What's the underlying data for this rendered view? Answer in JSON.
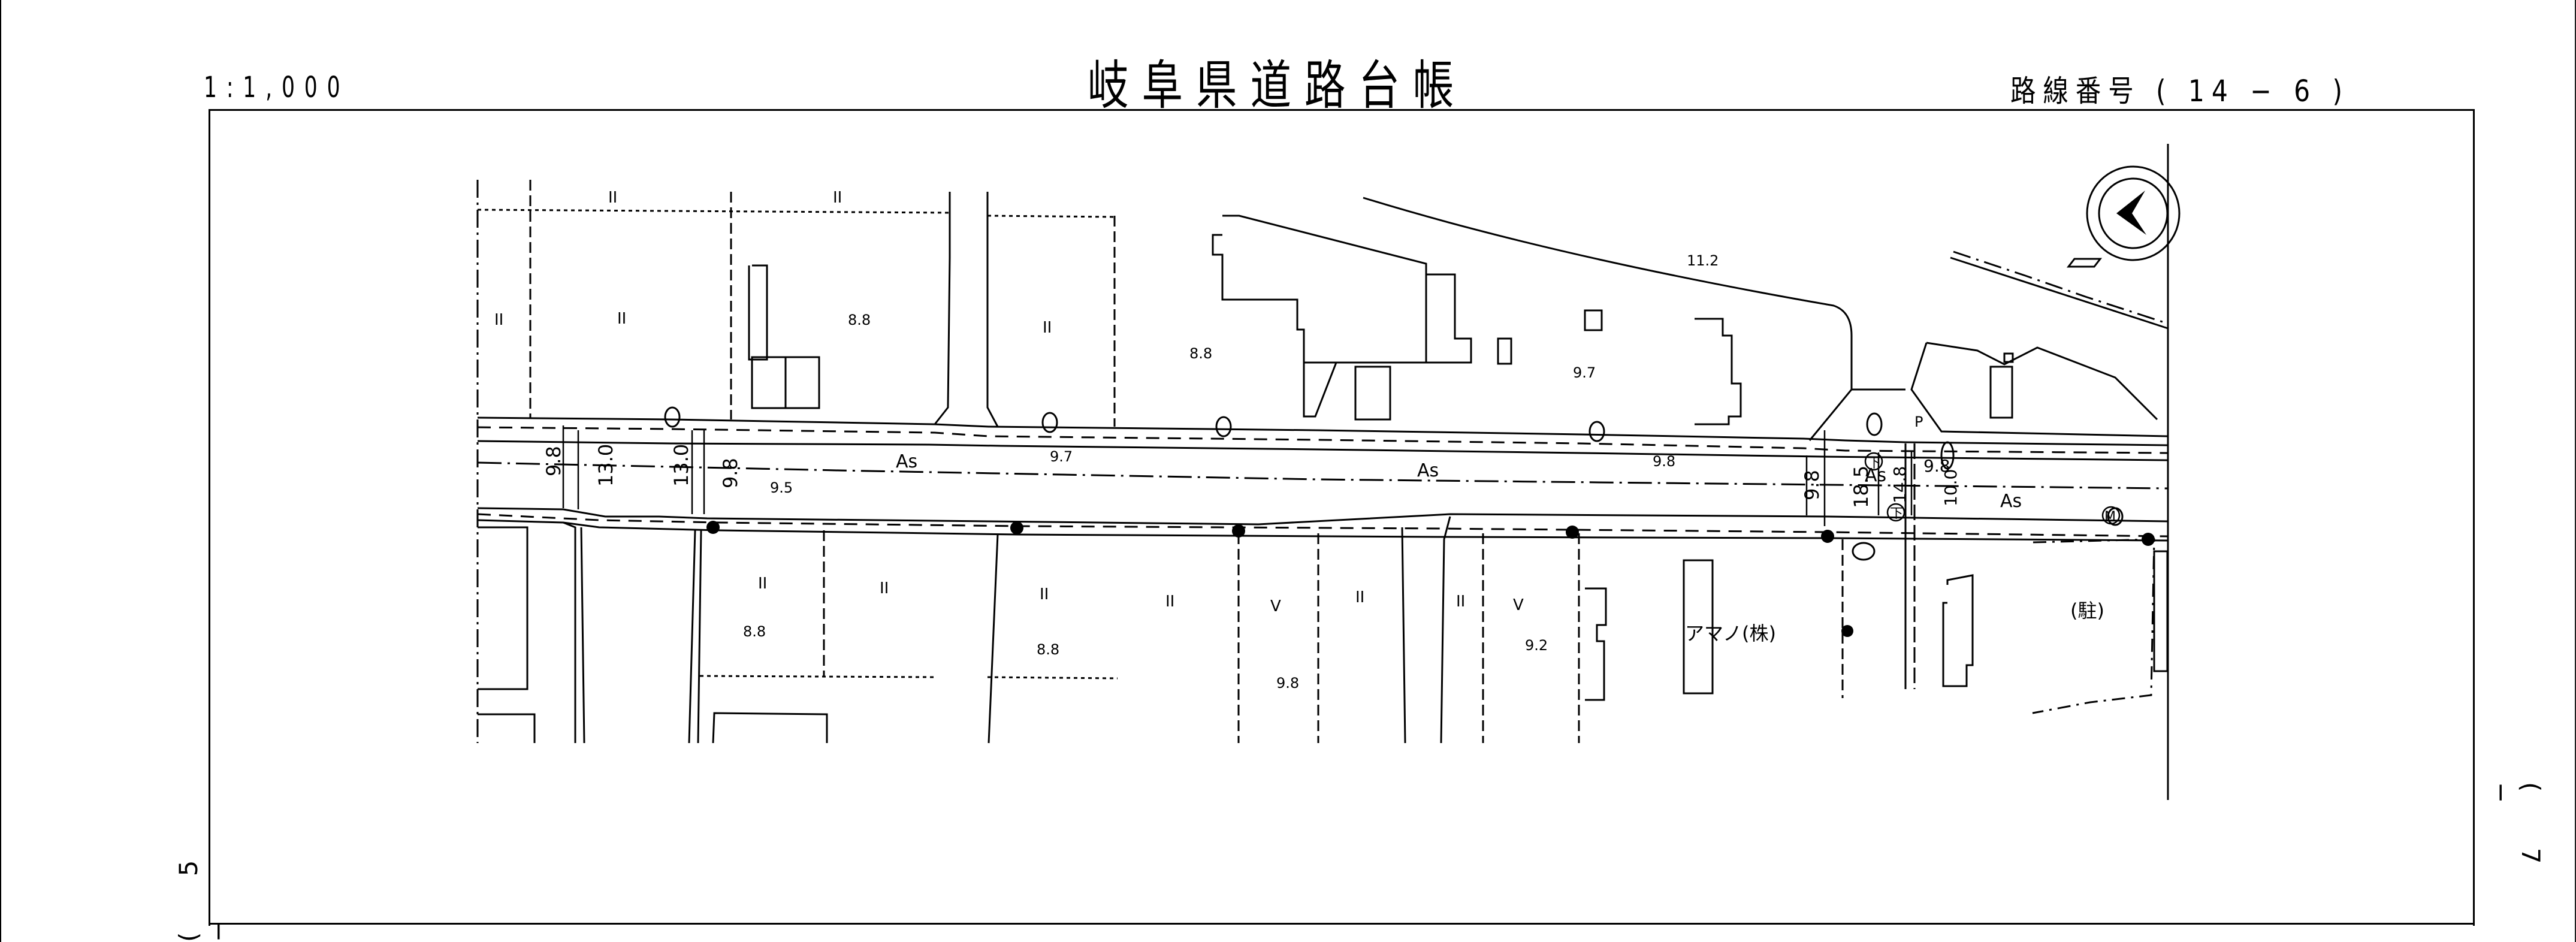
{
  "header": {
    "scale": "1:1,000",
    "title": "岐阜県道路台帳",
    "route_number_label": "路線番号",
    "route_number": "( 14 − 6 )"
  },
  "sheet_refs": {
    "previous": "( 5 −",
    "next": "( 7 −"
  },
  "map": {
    "north_arrow": "north-arrow-icon",
    "pavement_labels": [
      "As",
      "As",
      "As",
      "As"
    ],
    "elevations": [
      "8.8",
      "8.8",
      "11.2",
      "9.7",
      "9.7",
      "9.8",
      "9.5",
      "8.8",
      "8.8",
      "9.8",
      "9.2",
      "9.8"
    ],
    "road_widths": [
      "9.8",
      "13.0",
      "13.0",
      "9.8",
      "9.8",
      "18.5",
      "14.8",
      "10.0"
    ],
    "land_use_marks": [
      "II",
      "II",
      "II",
      "II",
      "II",
      "II",
      "II",
      "II",
      "II",
      "V",
      "II",
      "II",
      "V"
    ],
    "labels": {
      "company": "アマノ(株)",
      "parking": "(駐)",
      "sewer_mark_1": "下",
      "sewer_mark_2": "下",
      "manhole_mark": "M",
      "parking_sign": "P"
    }
  }
}
